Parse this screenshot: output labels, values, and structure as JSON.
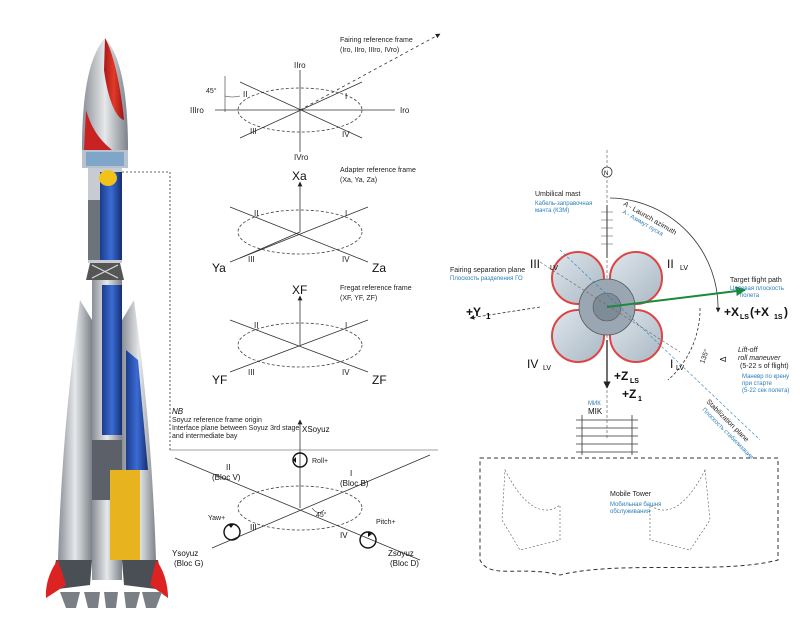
{
  "fairing": {
    "title": "Fairing reference frame",
    "subtitle": "(Iro, IIro, IIIro, IVro)",
    "angle": "45°",
    "axes": {
      "I": "I",
      "II": "II",
      "III": "III",
      "IV": "IV",
      "top": "IIro",
      "left": "IIIro",
      "right": "Iro",
      "bottom": "IVro"
    }
  },
  "adapter": {
    "title": "Adapter reference frame",
    "subtitle": "(Xa, Ya, Za)",
    "x": "Xa",
    "y": "Ya",
    "z": "Za",
    "q": {
      "I": "I",
      "II": "II",
      "III": "III",
      "IV": "IV"
    }
  },
  "fregat": {
    "title": "Fregat reference frame",
    "subtitle": "(XF, YF, ZF)",
    "x": "XF",
    "y": "YF",
    "z": "ZF",
    "q": {
      "I": "I",
      "II": "II",
      "III": "III",
      "IV": "IV"
    }
  },
  "soyuz": {
    "nb": "NB",
    "note1": "Soyuz reference frame origin",
    "note2": "Interface plane between Soyuz 3rd stage",
    "note3": "and intermediate bay",
    "x": "XSoyuz",
    "roll": "Roll+",
    "yaw": "Yaw+",
    "pitch": "Pitch+",
    "angle": "45°",
    "II": "II",
    "blocV": "(Bloc V)",
    "I": "I",
    "blocB": "(Bloc B)",
    "III": "III",
    "IV": "IV",
    "y": "Ysoyuz",
    "blocG": "(Bloc G)",
    "z": "Zsoyuz",
    "blocD": "(Bloc D)"
  },
  "pad": {
    "umbilical": "Umbilical mast",
    "umbilical_ru1": "Кабель-заправочная",
    "umbilical_ru2": "мачта (КЗМ)",
    "azimuth": "A - Launch azimuth",
    "azimuth_ru": "A - Азимут пуска",
    "fairing_sep": "Fairing separation plane",
    "fairing_sep_ru": "Плоскость разделения ГО",
    "target": "Target flight path",
    "target_ru1": "Целевая плоскость",
    "target_ru2": "полета",
    "y1": "+Y",
    "y1_sub": "1",
    "xls": "+X",
    "xls_sub": "LS",
    "xls2": "(+X",
    "xls2_sub": "1S",
    "zls": "+Z",
    "zls_sub": "LS",
    "z1": "+Z",
    "z1_sub": "1",
    "q1": "I",
    "q2": "II",
    "q3": "III",
    "q4": "IV",
    "lv": "LV",
    "liftoff1": "Lift-off",
    "liftoff2": "roll maneuver",
    "liftoff3": "(5-22 s of flight)",
    "liftoff_ru1": "Маневр по крену",
    "liftoff_ru2": "при старте",
    "liftoff_ru3": "(5-22 сек полета)",
    "angle135": "135°",
    "delta": "Δ",
    "stab": "Stabilization plane",
    "stab_ru": "Плоскость стабилизации",
    "mik_ru": "МИК",
    "mik": "MIK",
    "tower": "Mobile Tower",
    "tower_ru1": "Мобильная башня",
    "tower_ru2": "обслуживания",
    "n": "N"
  }
}
